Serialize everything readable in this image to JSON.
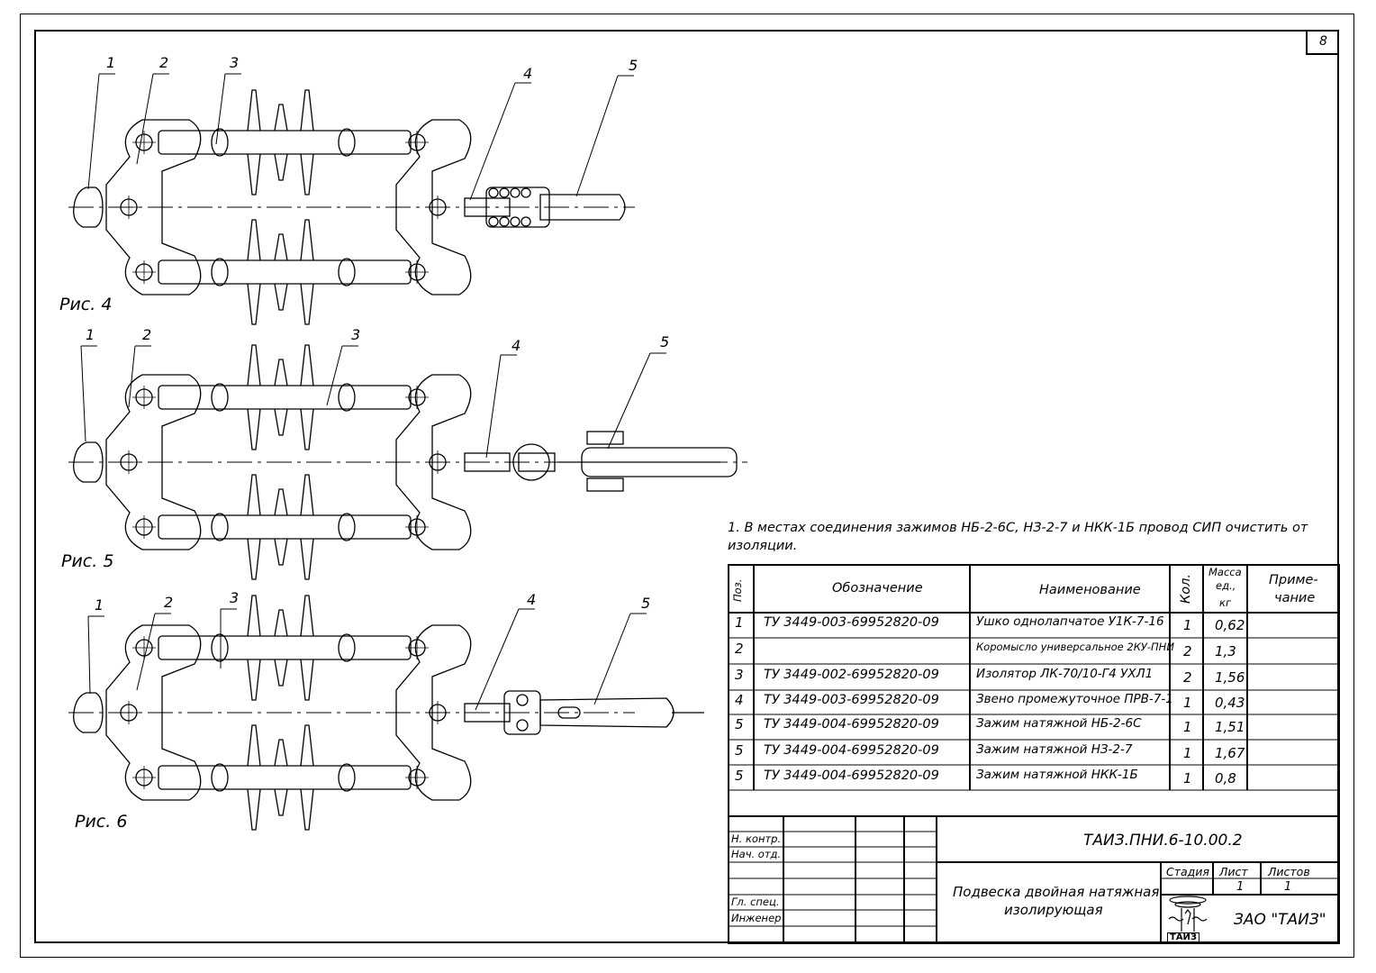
{
  "sheet_number": "8",
  "figures": [
    {
      "caption": "Рис. 4",
      "labels": [
        "1",
        "2",
        "3",
        "4",
        "5"
      ]
    },
    {
      "caption": "Рис. 5",
      "labels": [
        "1",
        "2",
        "3",
        "4",
        "5"
      ]
    },
    {
      "caption": "Рис. 6",
      "labels": [
        "1",
        "2",
        "3",
        "4",
        "5"
      ]
    }
  ],
  "note": {
    "line1": "1. В местах соединения зажимов НБ-2-6С,  НЗ-2-7 и НКК-1Б провод СИП очистить от",
    "line2": "изоляции."
  },
  "spec": {
    "headers": {
      "pos": "Поз.",
      "designation": "Обозначение",
      "name": "Наименование",
      "qty": "Кол.",
      "mass_1": "Масса",
      "mass_2": "ед.,",
      "mass_3": "кг",
      "note_1": "Приме-",
      "note_2": "чание"
    },
    "rows": [
      {
        "pos": "1",
        "designation": "ТУ 3449-003-69952820-09",
        "name": "Ушко однолапчатое  У1К-7-16",
        "qty": "1",
        "mass": "0,62",
        "note": ""
      },
      {
        "pos": "2",
        "designation": "",
        "name": "Коромысло универсальное 2КУ-ПНИ",
        "qty": "2",
        "mass": "1,3",
        "note": ""
      },
      {
        "pos": "3",
        "designation": "ТУ 3449-002-69952820-09",
        "name": "Изолятор  ЛК-70/10-Г4 УХЛ1",
        "qty": "2",
        "mass": "1,56",
        "note": ""
      },
      {
        "pos": "4",
        "designation": "ТУ 3449-003-69952820-09",
        "name": "Звено промежуточное ПРВ-7-1",
        "qty": "1",
        "mass": "0,43",
        "note": ""
      },
      {
        "pos": "5",
        "designation": "ТУ 3449-004-69952820-09",
        "name": "Зажим натяжной  НБ-2-6С",
        "qty": "1",
        "mass": "1,51",
        "note": ""
      },
      {
        "pos": "5",
        "designation": "ТУ 3449-004-69952820-09",
        "name": "Зажим натяжной  НЗ-2-7",
        "qty": "1",
        "mass": "1,67",
        "note": ""
      },
      {
        "pos": "5",
        "designation": "ТУ 3449-004-69952820-09",
        "name": "Зажим натяжной  НКК-1Б",
        "qty": "1",
        "mass": "0,8",
        "note": ""
      }
    ]
  },
  "title_block": {
    "doc_code": "ТАИЗ.ПНИ.6-10.00.2",
    "title_line1": "Подвеска двойная натяжная",
    "title_line2": "изолирующая",
    "roles": [
      "Н. контр.",
      "Нач. отд.",
      "Гл. спец.",
      "Инженер"
    ],
    "stage_label": "Стадия",
    "sheet_label": "Лист",
    "sheets_label": "Листов",
    "sheet_value": "1",
    "sheets_value": "1",
    "company": "ЗАО \"ТАИЗ\"",
    "logo_text": "ТАИЗ"
  }
}
